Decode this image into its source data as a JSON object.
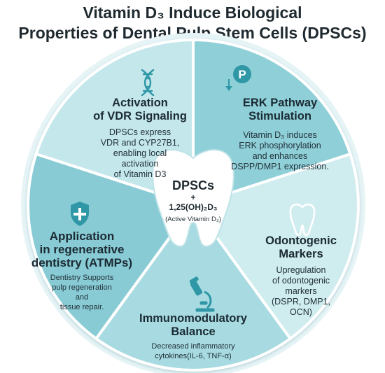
{
  "title": {
    "line1": "Vitamin D₃ Induce Biological",
    "line2": "Properties of Dental Pulp Stem Cells (DPSCs)"
  },
  "center": {
    "label": "DPSCs",
    "plus": "+",
    "compound": "1,25(OH)₂D₃",
    "note": "(Active Vitamin D₃)"
  },
  "segments": {
    "vdr": {
      "icon": "dna-icon",
      "heading": [
        "Activation",
        "of VDR Signaling"
      ],
      "body": [
        "DPSCs express",
        "VDR and CYP27B1,",
        "enabling local",
        "activation",
        "of Vitamin D3"
      ]
    },
    "erk": {
      "icon": "phosphorylation-icon",
      "icon_letter": "P",
      "heading": [
        "ERK Pathway",
        "Stimulation"
      ],
      "body": [
        "Vitamin D₃ induces",
        "ERK phosphorylation",
        "and enhances",
        "DSPP/DMP1 expression."
      ]
    },
    "odonto": {
      "icon": "tooth-icon",
      "heading": [
        "Odontogenic",
        "Markers"
      ],
      "body": [
        "Upregulation",
        "of odontogenic",
        "markers",
        "(DSPR, DMP1,",
        "OCN)"
      ]
    },
    "immuno": {
      "icon": "microscope-icon",
      "heading": [
        "Immunomodulatory",
        "Balance"
      ],
      "body": [
        "Decreased inflammatory",
        "cytokines(IL-6, TNF-α)"
      ]
    },
    "regen": {
      "icon": "shield-plus-icon",
      "heading": [
        "Application",
        "in regenerative",
        "dentistry (ATMPs)"
      ],
      "body": [
        "Dentistry Supports",
        "pulp regeneration",
        "and",
        "tissue repair."
      ]
    }
  },
  "colors": {
    "seg_vdr": "#c4e7ec",
    "seg_erk": "#8fd0d8",
    "seg_odonto": "#cfecef",
    "seg_immuno": "#a7dbe1",
    "seg_regen": "#88cbd4",
    "icon": "#2f97a6",
    "text": "#1f2a30"
  }
}
